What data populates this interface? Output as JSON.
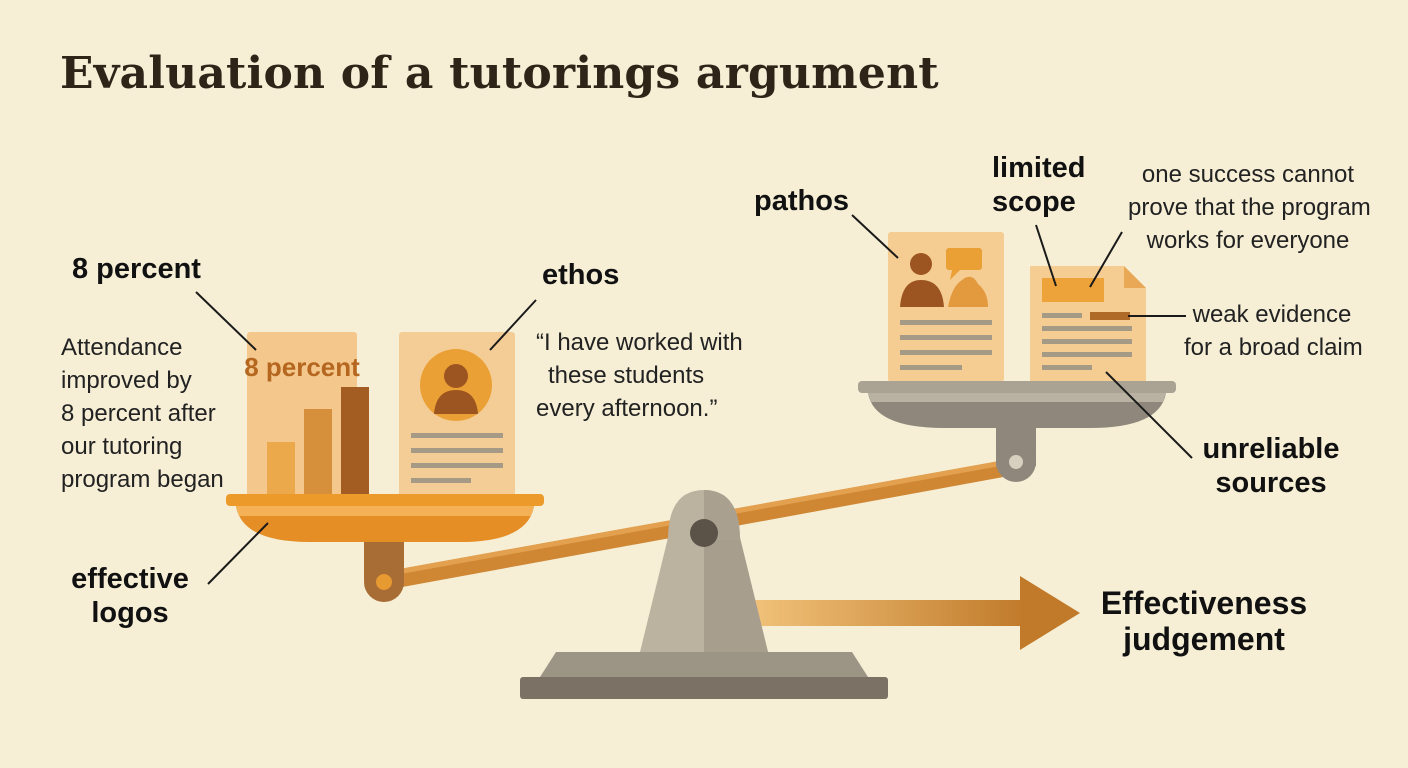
{
  "title": "Evaluation of a tutorings argument",
  "left_pan": {
    "card_value": "8 percent",
    "label_8_percent": "8 percent",
    "attendance_text": [
      "Attendance",
      "improved by",
      "8 percent after",
      "our tutoring",
      "program began"
    ],
    "label_ethos": "ethos",
    "ethos_quote": [
      "“I have worked with",
      "these students",
      "every afternoon.”"
    ],
    "label_logos": [
      "effective",
      "logos"
    ]
  },
  "right_pan": {
    "label_pathos": "pathos",
    "label_limited_scope": [
      "limited",
      "scope"
    ],
    "scope_note": [
      "one success cannot",
      "prove that the program",
      "works for everyone"
    ],
    "weak_evidence_note": [
      "weak evidence",
      "for a broad claim"
    ],
    "label_unreliable": [
      "unreliable",
      "sources"
    ]
  },
  "outcome": [
    "Effectiveness",
    "judgement"
  ],
  "colors": {
    "background": "#f6efd6",
    "orange": "#e59a2e",
    "dark_orange": "#b36a26",
    "gray": "#8f877b"
  }
}
